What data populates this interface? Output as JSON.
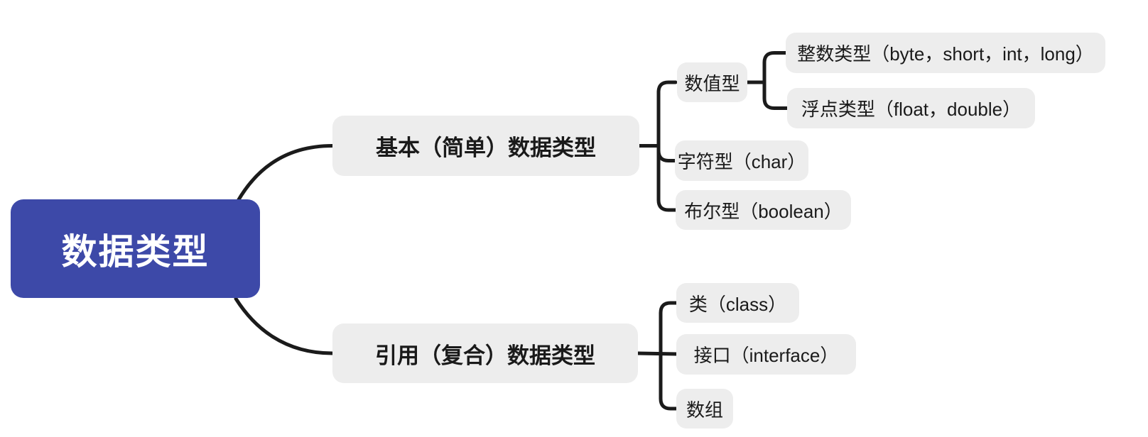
{
  "diagram": {
    "type": "mindmap",
    "root": {
      "label": "数据类型"
    },
    "branches": [
      {
        "label": "基本（简单）数据类型",
        "children": [
          {
            "label": "数值型",
            "children": [
              {
                "label": "整数类型（byte，short，int，long）"
              },
              {
                "label": "浮点类型（float，double）"
              }
            ]
          },
          {
            "label": "字符型（char）"
          },
          {
            "label": "布尔型（boolean）"
          }
        ]
      },
      {
        "label": "引用（复合）数据类型",
        "children": [
          {
            "label": "类（class）"
          },
          {
            "label": "接口（interface）"
          },
          {
            "label": "数组"
          }
        ]
      }
    ],
    "colors": {
      "root_bg": "#3D49A8",
      "root_text": "#FFFFFF",
      "node_bg": "#EDEDED",
      "node_text": "#1A1A1A",
      "connector": "#1B1B1B",
      "canvas_bg": "#FFFFFF"
    }
  }
}
